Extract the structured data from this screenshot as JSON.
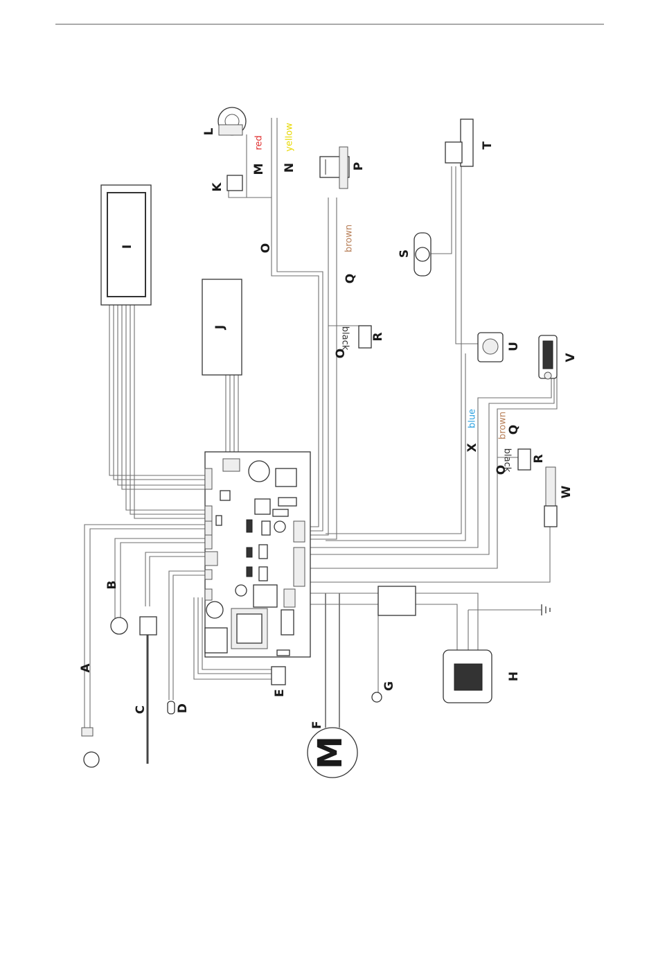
{
  "labels": {
    "A": "A",
    "B": "B",
    "C": "C",
    "D": "D",
    "E": "E",
    "F": "F",
    "G": "G",
    "H": "H",
    "I": "I",
    "J": "J",
    "K": "K",
    "L": "L",
    "M": "M",
    "N": "N",
    "O": "O",
    "P": "P",
    "Q": "Q",
    "R": "R",
    "S": "S",
    "T": "T",
    "U": "U",
    "V": "V",
    "W": "W",
    "X": "X",
    "motor_symbol": "M"
  },
  "wire_colors": {
    "red": "red",
    "yellow": "yellow",
    "brown": "brown",
    "black": "black",
    "blue": "blue"
  },
  "colors": {
    "red": "#e03030",
    "yellow": "#e8d800",
    "brown": "#b8805a",
    "black": "#333333",
    "blue": "#2aa0e0",
    "line": "#6e6e6e"
  }
}
